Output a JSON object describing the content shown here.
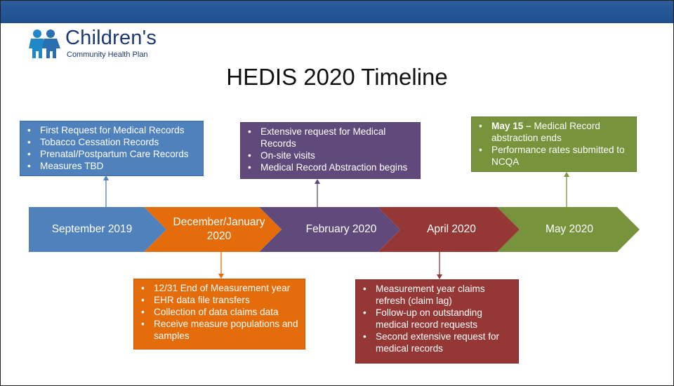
{
  "logo": {
    "name": "Children's",
    "subtitle": "Community Health Plan"
  },
  "title": "HEDIS 2020 Timeline",
  "colors": {
    "header_bar": "#2a5d9c",
    "september": "#4f81bd",
    "december": "#e46c0a",
    "february": "#604a7b",
    "april": "#953735",
    "may": "#77933c"
  },
  "timeline": [
    {
      "label": "September 2019",
      "color": "#4f81bd"
    },
    {
      "label": "December/January 2020",
      "color": "#e46c0a"
    },
    {
      "label": "February 2020",
      "color": "#604a7b"
    },
    {
      "label": "April 2020",
      "color": "#953735"
    },
    {
      "label": "May 2020",
      "color": "#77933c"
    }
  ],
  "callouts": {
    "september": [
      "First Request for Medical Records",
      "Tobacco Cessation Records",
      "Prenatal/Postpartum Care Records",
      "Measures TBD"
    ],
    "december": [
      "12/31 End of Measurement year",
      "EHR data file transfers",
      "Collection of data claims data",
      "Receive measure populations and samples"
    ],
    "february": [
      "Extensive request for Medical Records",
      "On-site visits",
      "Medical Record Abstraction begins"
    ],
    "april": [
      "Measurement year claims refresh (claim lag)",
      "Follow-up on outstanding medical record requests",
      "Second extensive request for medical records"
    ],
    "may": {
      "bold": "May 15 –",
      "first_rest": " Medical Record abstraction ends",
      "second": "Performance rates submitted to NCQA"
    }
  }
}
